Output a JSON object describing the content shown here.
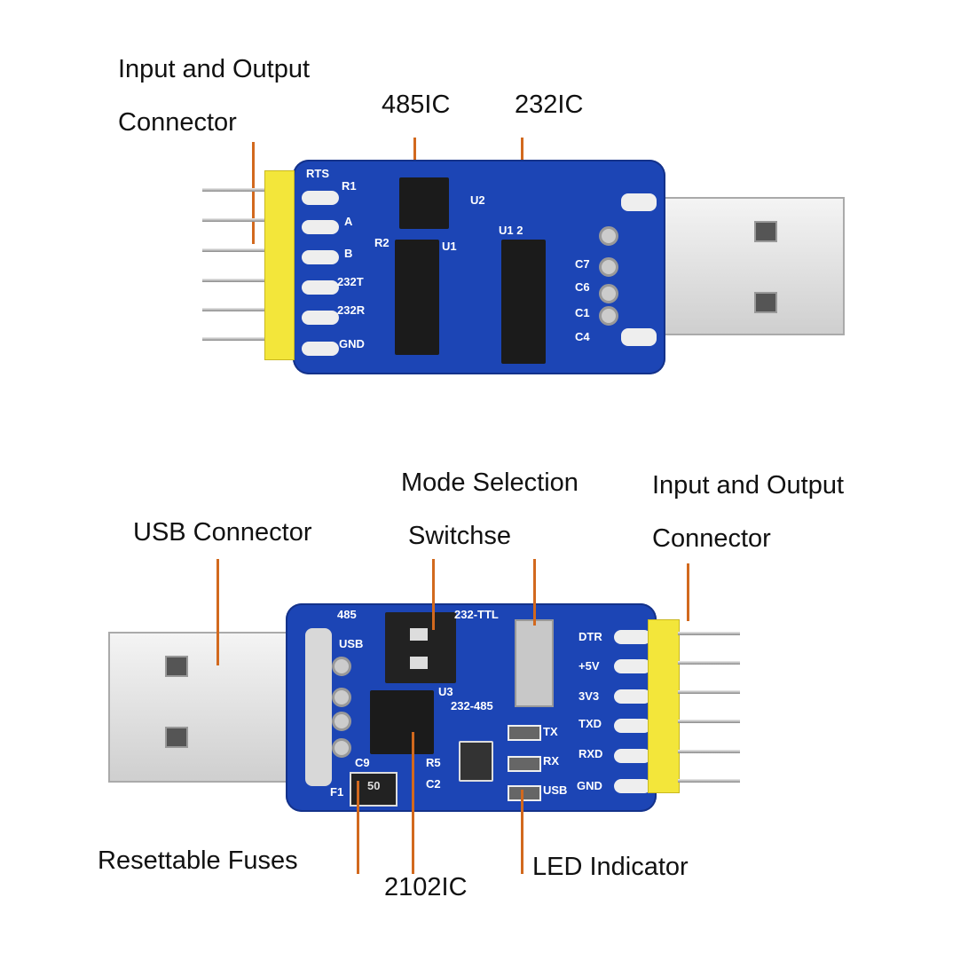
{
  "top": {
    "captions": {
      "io_line1": "Input and Output",
      "io_line2": "Connector",
      "ic485": "485IC",
      "ic232": "232IC"
    },
    "silk": {
      "rts": "RTS",
      "r1": "R1",
      "a": "A",
      "b": "B",
      "t232": "232T",
      "r232": "232R",
      "gnd": "GND",
      "r2": "R2",
      "u1": "U1",
      "u12": "U1 2",
      "u2": "U2",
      "c7": "C7",
      "c6": "C6",
      "c1": "C1",
      "c4": "C4"
    }
  },
  "bottom": {
    "captions": {
      "usb": "USB Connector",
      "mode_line1": "Mode Selection",
      "mode_line2": "Switchse",
      "io_line1": "Input and Output",
      "io_line2": "Connector",
      "fuse": "Resettable Fuses",
      "ic2102": "2102IC",
      "led": "LED Indicator"
    },
    "silk": {
      "s485": "485",
      "usb": "USB",
      "ttl": "232-TTL",
      "u3": "U3",
      "s232_485": "232-485",
      "c9": "C9",
      "f1": "F1",
      "r5": "R5",
      "c2": "C2",
      "tx": "TX",
      "rx": "RX",
      "usbled": "USB",
      "dtr": "DTR",
      "v5": "+5V",
      "v33": "3V3",
      "txd": "TXD",
      "rxd": "RXD",
      "gnd": "GND",
      "fuse_mark": "50"
    }
  },
  "colors": {
    "board": "#1c45b5",
    "header": "#f3e63a",
    "leader": "#d2691e"
  }
}
